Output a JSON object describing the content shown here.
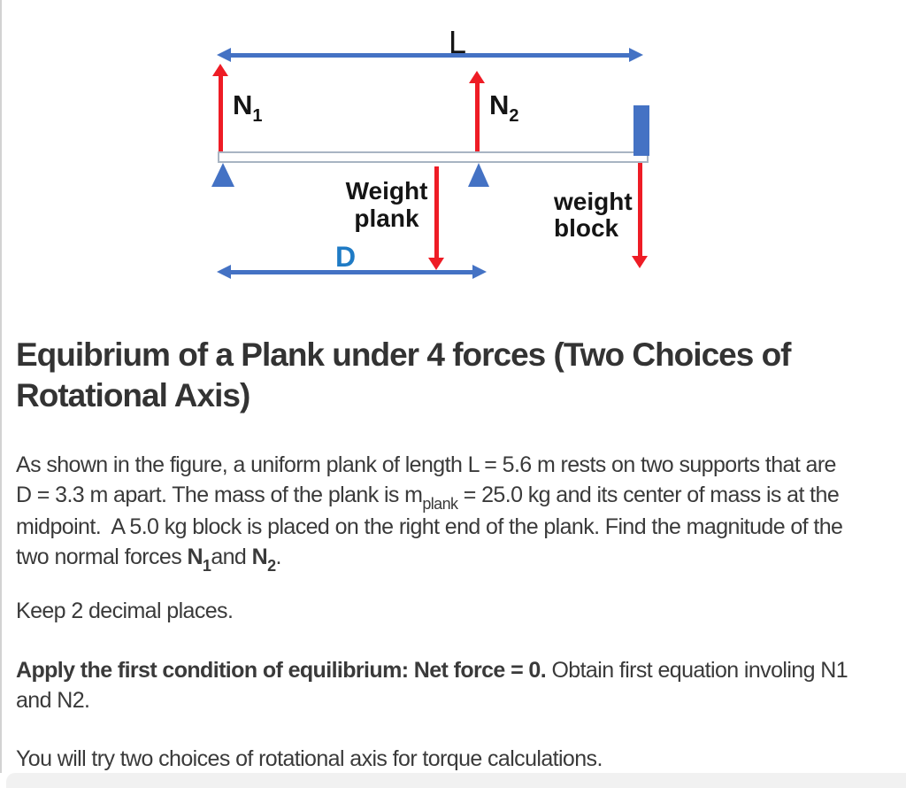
{
  "page": {
    "background": "#ffffff",
    "left_border_color": "#d2d2d2",
    "footer_strip_color": "#f1f1f1"
  },
  "figure": {
    "length_label": "L",
    "n1": {
      "letter": "N",
      "sub": "1"
    },
    "n2": {
      "letter": "N",
      "sub": "2"
    },
    "weight_plank": {
      "line1": "Weight",
      "line2": "plank"
    },
    "weight_block": {
      "line1": "weight",
      "line2": "block"
    },
    "distance_label": "D",
    "colors": {
      "dimension_arrow_blue": "#4472c4",
      "force_arrow_red": "#ee1c25",
      "support_blue": "#4472c4",
      "block_blue": "#4472c4",
      "plank_border": "#a8b4c2",
      "distance_label_blue": "#1f7bc5"
    }
  },
  "heading": {
    "line1": "Equibrium of a Plank under 4 forces (Two Choices of",
    "line2": "Rotational Axis)"
  },
  "body": {
    "p1": {
      "l1": "As shown in the figure, a uniform plank of length L = 5.6 m rests on two supports that are",
      "l2a": "D = 3.3 m apart. The mass of the plank is m",
      "l2sub": "plank",
      "l2b": " = 25.0 kg and its center of mass is at the",
      "l3": "midpoint.  A 5.0 kg block is placed on the right end of the plank. Find the magnitude of the",
      "l4a": "two normal forces ",
      "l4n1": "N",
      "l4n1sub": "1",
      "l4mid": "and ",
      "l4n2": "N",
      "l4n2sub": "2",
      "l4end": "."
    },
    "p2": "Keep 2 decimal places.",
    "p3": {
      "bold": "Apply the first condition of equilibrium: Net force = 0.",
      "rest": " Obtain first equation involing N1",
      "line2": "and N2."
    },
    "p4": "You will try two choices of rotational axis for torque calculations."
  }
}
